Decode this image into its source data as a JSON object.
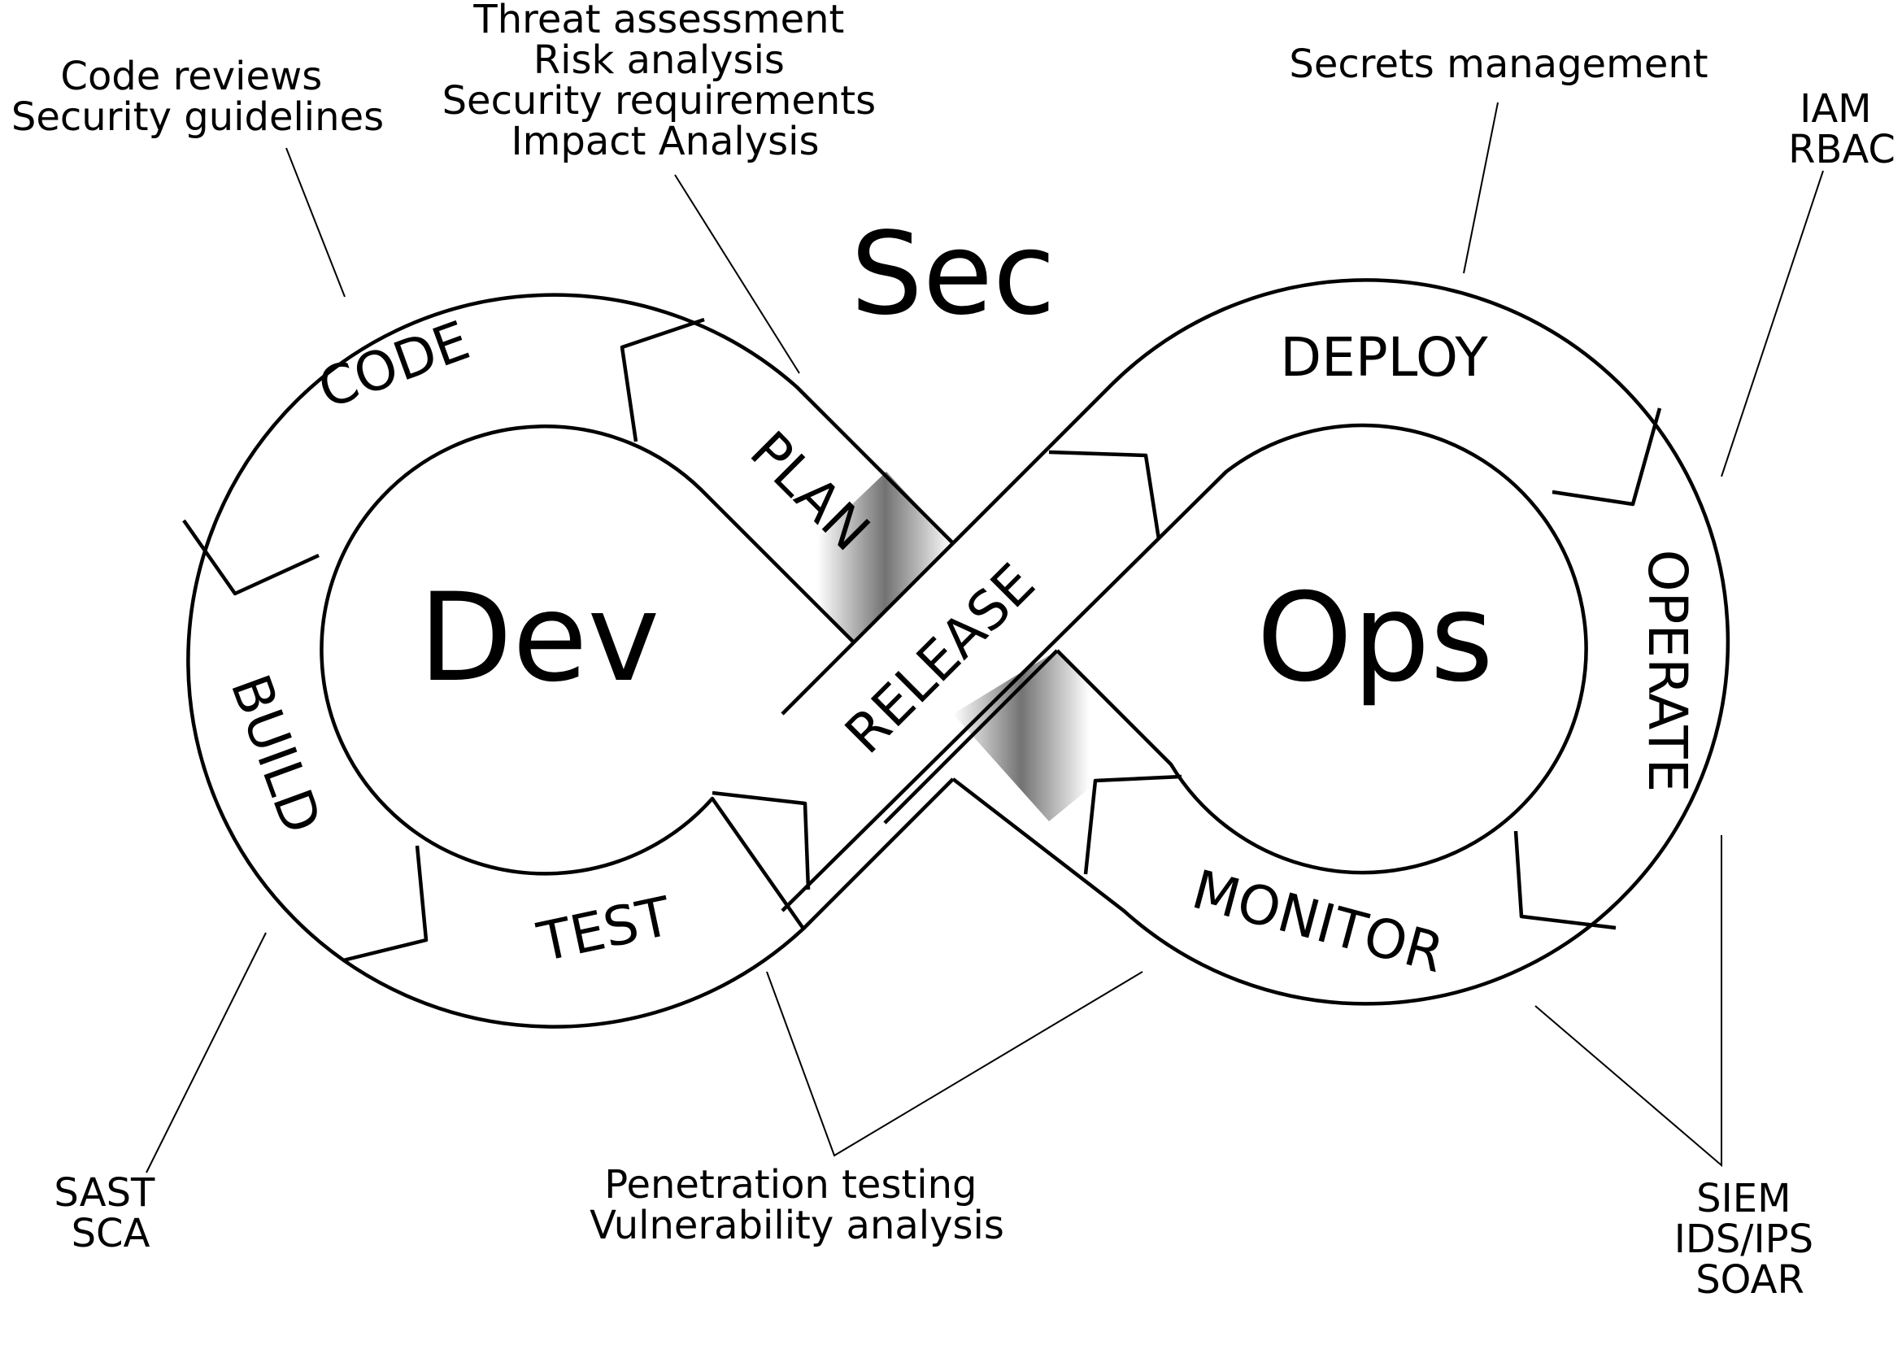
{
  "title": "Sec",
  "centers": {
    "left": "Dev",
    "right": "Ops"
  },
  "stages": {
    "plan": "PLAN",
    "code": "CODE",
    "build": "BUILD",
    "test": "TEST",
    "release": "RELEASE",
    "deploy": "DEPLOY",
    "operate": "OPERATE",
    "monitor": "MONITOR"
  },
  "annotations": {
    "code": [
      "Code reviews",
      "Security guidelines"
    ],
    "plan": [
      "Threat assessment",
      "Risk analysis",
      "Security requirements",
      "Impact Analysis"
    ],
    "deploy": [
      "Secrets management"
    ],
    "operate": [
      "IAM",
      "RBAC"
    ],
    "build": [
      "SAST",
      "SCA"
    ],
    "test_release": [
      "Penetration testing",
      "Vulnerability analysis"
    ],
    "monitor_operate": [
      "SIEM",
      "IDS/IPS",
      "SOAR"
    ]
  },
  "colors": {
    "line": "#000000",
    "background": "#ffffff",
    "shade": "#808080"
  }
}
